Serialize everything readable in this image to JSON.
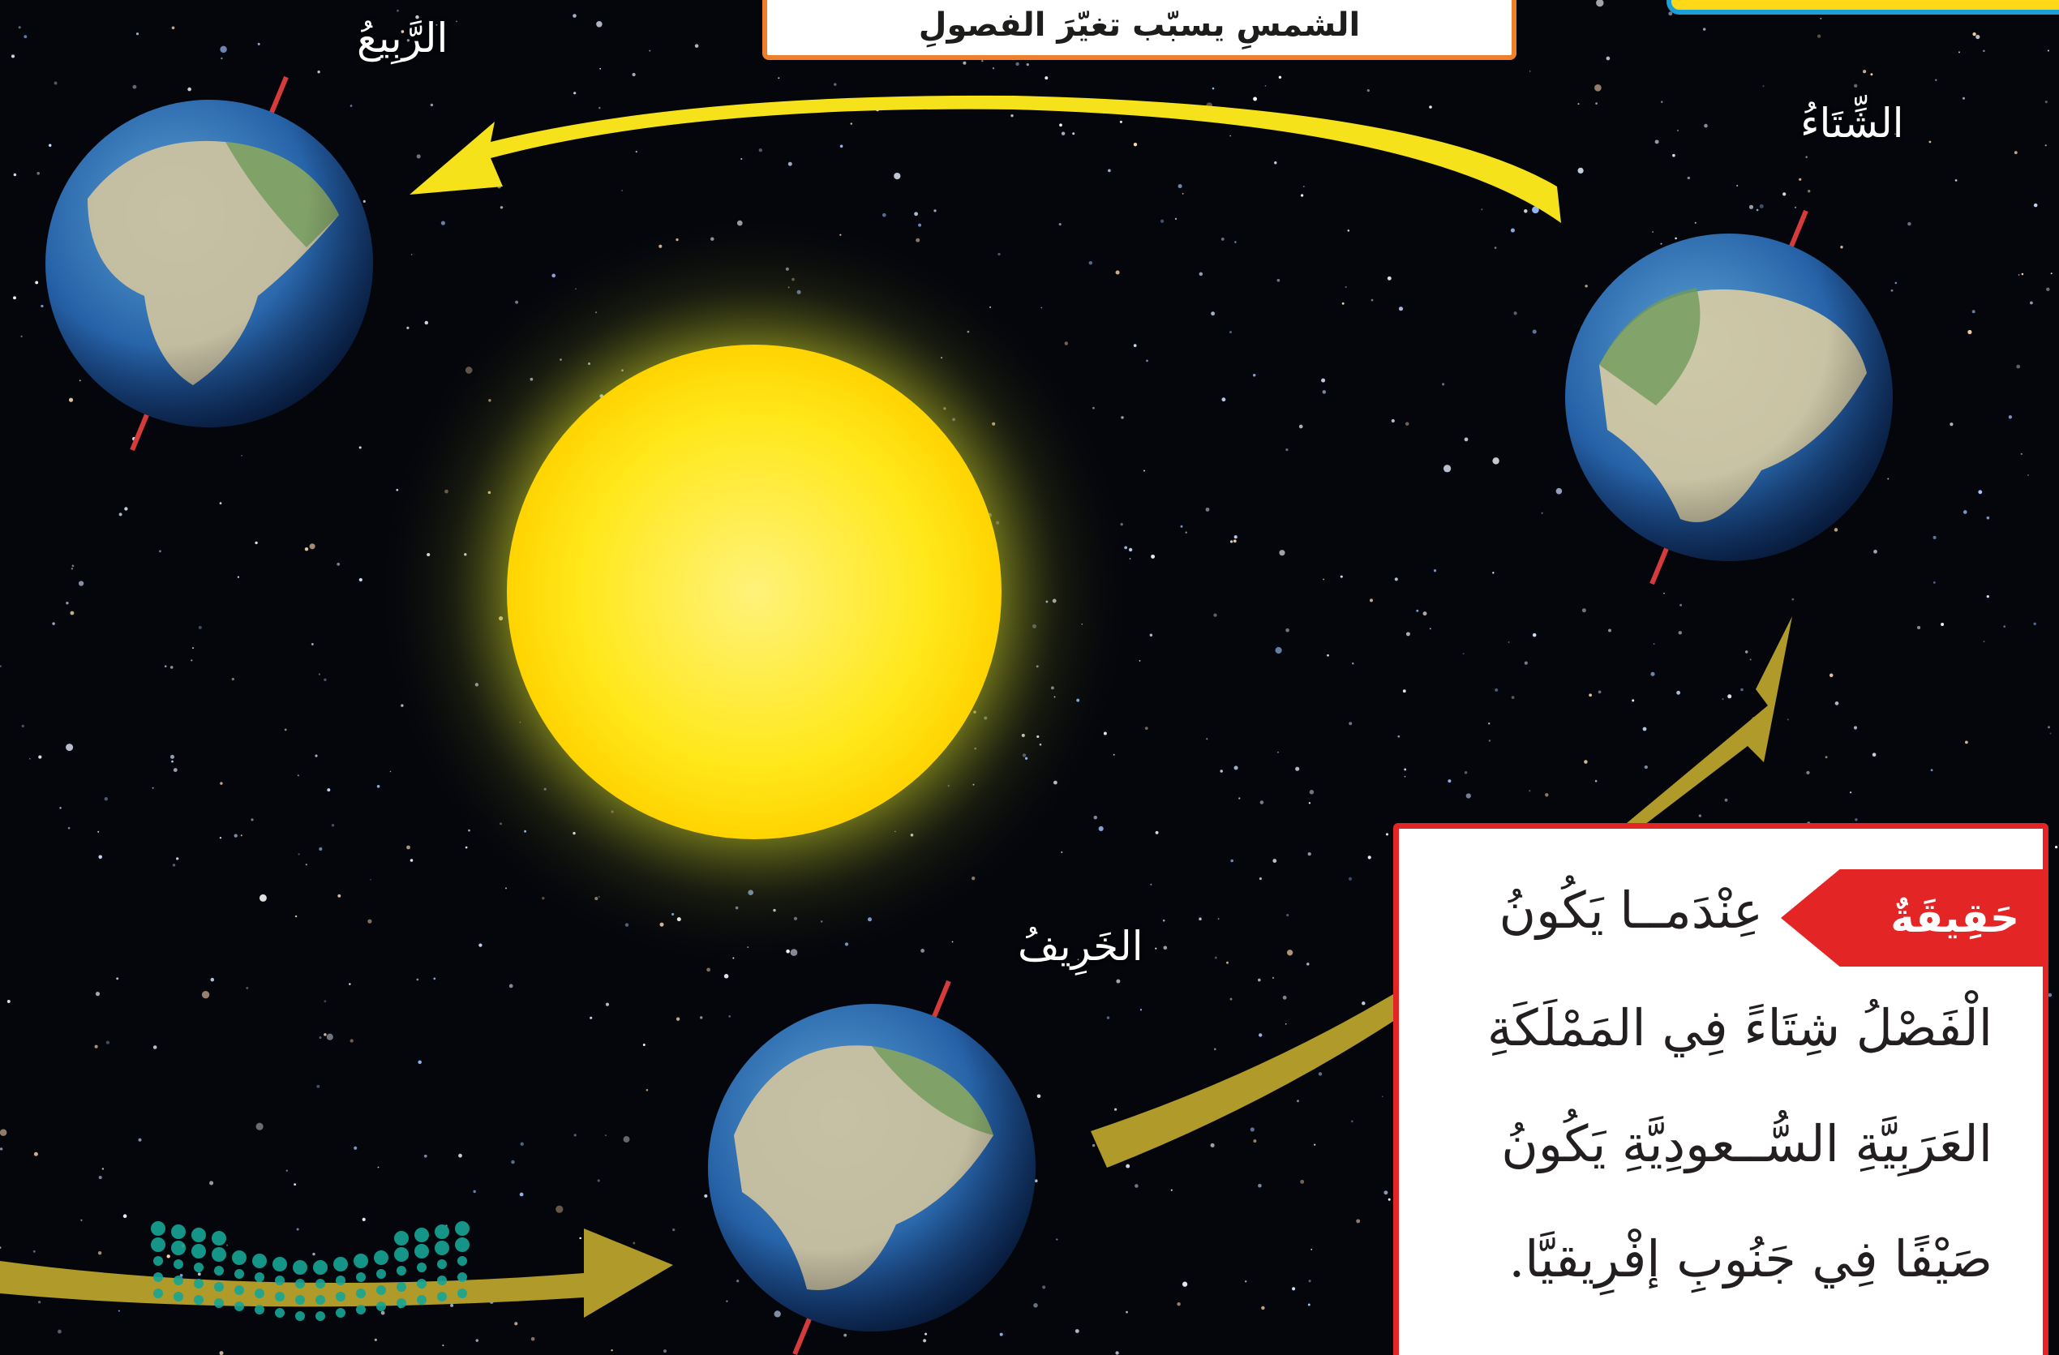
{
  "header": {
    "caption": "الشمسِ يسبّب تغيّرَ الفصولِ"
  },
  "seasons": {
    "spring": "الرَّبِيعُ",
    "winter": "الشِّتَاءُ",
    "autumn": "الخَرِيفُ"
  },
  "fact": {
    "tag": "حَقِيقَةٌ",
    "lines": [
      "عِنْدَمــا  يَكُونُ",
      "الْفَصْلُ شِتَاءً فِي المَمْلَكَةِ",
      "العَرَبِيَّةِ السُّــعودِيَّةِ يَكُونُ",
      "صَيْفًا فِي جَنُوبِ إفْرِيقيَّا."
    ]
  },
  "colors": {
    "space": "#05060c",
    "sun": "#ffe71a",
    "orbit_arrow_front": "#f5e21b",
    "orbit_arrow_back": "#b09a2a",
    "fact_accent": "#e42526",
    "caption_border": "#ee7f2d",
    "watermark": "#16a595"
  },
  "icons": {
    "watermark": "dotted-logo-icon",
    "sun": "sun-icon",
    "earth": "earth-globe-icon"
  }
}
